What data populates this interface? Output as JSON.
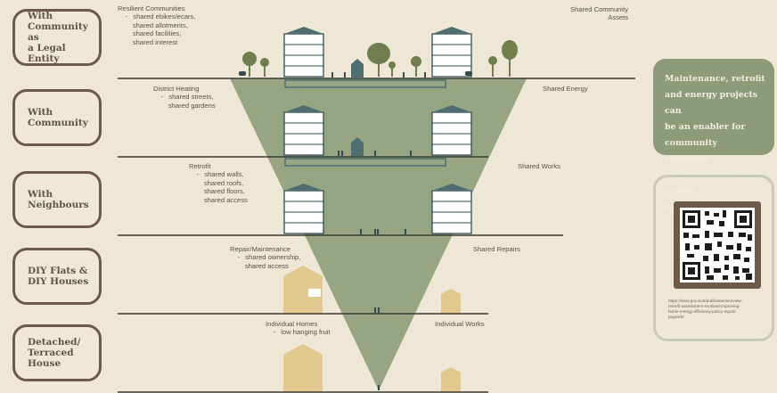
{
  "levels": [
    {
      "label": "With\nCommunity as\na Legal Entity"
    },
    {
      "label": "With\nCommunity"
    },
    {
      "label": "With\nNeighbours"
    },
    {
      "label": "DIY Flats &\nDIY Houses"
    },
    {
      "label": "Detached/\nTerraced\nHouse"
    }
  ],
  "left_notes": [
    {
      "text": "Resilient Communities\n    -   shared ebikes/ecars,\n        shared allotments,\n        shared facilities,\n        shared interest"
    },
    {
      "text": "District Heating\n    -   shared streets,\n        shared gardens"
    },
    {
      "text": "Retrofit\n    -   shared walls,\n        shared roofs,\n        shared floors,\n        shared access"
    },
    {
      "text": "Repair/Maintenance\n    -   shared ownership,\n        shared access"
    },
    {
      "text": "Individual Homes\n    -   low hanging fruit"
    }
  ],
  "right_notes": [
    {
      "text": "Shared Community\nAssets"
    },
    {
      "text": "Shared Energy"
    },
    {
      "text": "Shared Works"
    },
    {
      "text": "Shared Repairs"
    },
    {
      "text": "Individual Works"
    }
  ],
  "callout": {
    "text": "Maintenance, retrofit\nand energy projects can\nbe an enabler for\ncommunity resilience\nand community wealth\nbuilding!"
  },
  "reference": {
    "url": "https://www.gov.scot/publications/review-\nretrofit-assessment-scotland-improving-\nhome-energy-efficiency-policy-report/\npages/6/"
  },
  "colors": {
    "triangle": "#97a583",
    "pill_border": "#6b5a4a",
    "building": "#e0c88f",
    "callout_bg": "#8e9b78",
    "qr_frame": "#6e5a48",
    "teal": "#4f6e72"
  }
}
